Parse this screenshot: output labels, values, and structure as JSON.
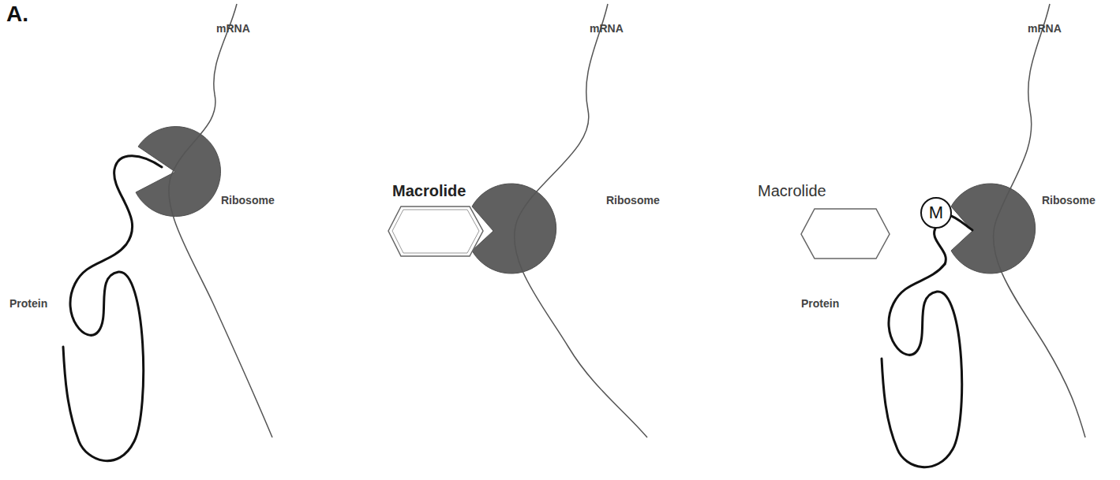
{
  "diagram": {
    "nodes": [
      {
        "text": [
          "M"
        ]
      }
    ],
    "labels": [
      "A.",
      "mRNA",
      "Ribosome",
      "Protein",
      "Macrolide",
      "mRNA",
      "Ribosome",
      "Macrolide",
      "mRNA",
      "Ribosome",
      "Protein"
    ]
  }
}
